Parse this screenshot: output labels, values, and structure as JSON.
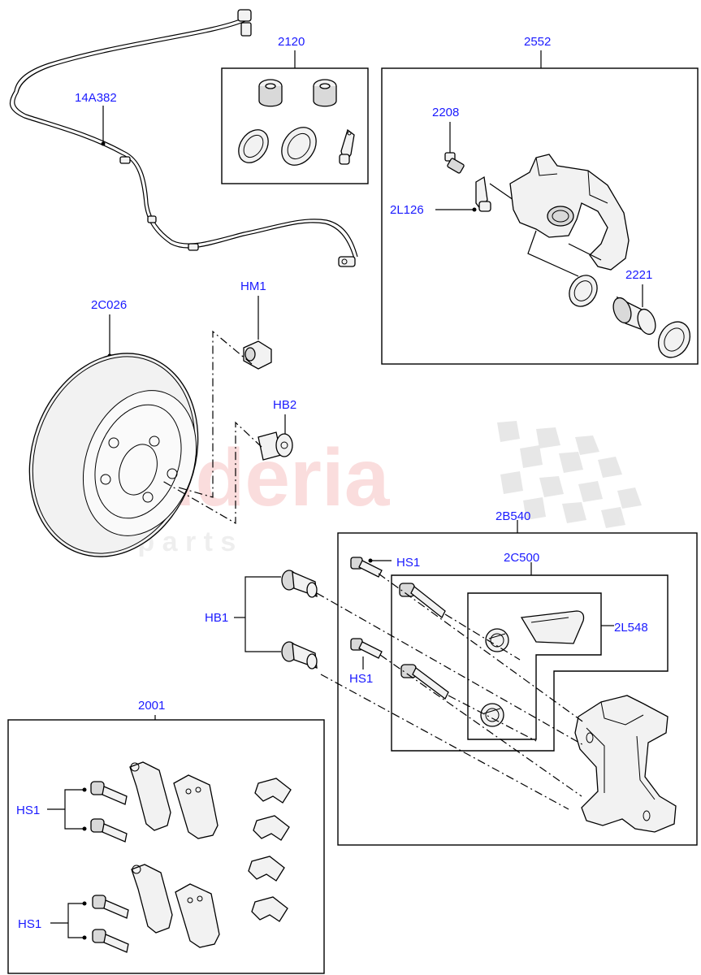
{
  "watermark": {
    "brand": "scuderia",
    "tagline": "c a r   p a r t s"
  },
  "labels": {
    "speed_sensor": "14A382",
    "seal_kit": "2120",
    "caliper_assembly": "2552",
    "bleed_screw": "2208",
    "bracket_2l126": "2L126",
    "piston": "2221",
    "disc": "2C026",
    "hm1": "HM1",
    "hb2": "HB2",
    "carrier_assembly": "2B540",
    "hs1_top": "HS1",
    "guide_pin_kit": "2C500",
    "grease": "2L548",
    "hb1": "HB1",
    "hs1_mid": "HS1",
    "pad_kit": "2001",
    "hs1_pads_top": "HS1",
    "hs1_pads_bottom": "HS1"
  }
}
